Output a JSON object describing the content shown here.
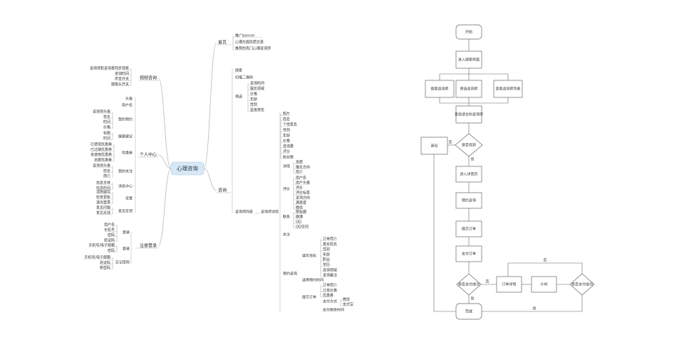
{
  "mindmap": {
    "center": "心理咨询",
    "branches": {
      "home": {
        "label": "首页",
        "items": [
          "推广banner",
          "心理方面优质文章",
          "推荐的热门心理咨询师"
        ]
      },
      "consult": {
        "label": "咨询"
      },
      "video": {
        "label": "视频咨询",
        "items": [
          "咨询师和咨询者同步观看",
          "咨询时间",
          "声音开关",
          "摄像头开关"
        ]
      },
      "personal": {
        "label": "个人中心"
      },
      "register": {
        "label": "注册登录"
      }
    },
    "consult_tree": {
      "top": [
        "搜索",
        "扫描二维码"
      ],
      "filter": {
        "label": "筛选",
        "items": [
          "咨询时间",
          "擅长领域",
          "价格",
          "年龄",
          "性别",
          "星级排名"
        ]
      },
      "list_label": "咨询师列表",
      "detail_label": "咨询师详情",
      "detail_items": [
        "照片",
        "姓名",
        "个性签名",
        "性别",
        "年龄",
        "价格",
        "咨询量",
        "评分",
        "粉丝数"
      ],
      "intro": {
        "label": "详情",
        "items": [
          "资质",
          "擅长方向",
          "简介"
        ]
      },
      "review": {
        "label": "评价",
        "items": [
          "用户名",
          "用户头像",
          "评价",
          "评价标签",
          "咨询方向",
          "满意度",
          "微信"
        ]
      },
      "contact": {
        "label": "联系",
        "items": [
          "朋友圈",
          "微博",
          "QQ",
          "QQ空间"
        ]
      },
      "follow": "关注",
      "booking": {
        "label": "预约咨询",
        "fill": {
          "label": "填写资料",
          "items": [
            "订单简介",
            "真实姓名",
            "性别",
            "年龄",
            "职业",
            "学历",
            "咨询领域",
            "咨询备注"
          ]
        },
        "time": "选择预约时间",
        "submit": {
          "label": "提交订单",
          "items": [
            "订单简介",
            "订单价格",
            "优惠券"
          ]
        },
        "pay": {
          "label": "支付方式",
          "items": [
            "微信",
            "支付宝"
          ]
        },
        "pay_time": "支付剩余时间"
      }
    },
    "personal_tree": {
      "avatar": "头像",
      "username": "用户名",
      "myconsult": {
        "label": "我的预约",
        "items": [
          "咨询师头像",
          "签名",
          "时间",
          "价格"
        ]
      },
      "favorites": {
        "label": "健康建议",
        "items": [
          "标题",
          "时间"
        ]
      },
      "coupons": {
        "label": "优惠券",
        "items": [
          "已使用优惠券",
          "已过期优惠券",
          "未使用优惠券",
          "总额优惠券"
        ]
      },
      "follows": {
        "label": "我的关注",
        "items": [
          "咨询师头像",
          "姓名",
          "简介"
        ]
      },
      "messages": {
        "label": "消息中心",
        "items": [
          "信息主体",
          "信息时间"
        ]
      },
      "settings": {
        "label": "设置",
        "items": [
          "清除缓存",
          "检查更新",
          "退出登录"
        ]
      },
      "feedback": {
        "label": "意见反馈",
        "items": [
          "意见问题",
          "意见反馈"
        ]
      }
    },
    "register_tree": {
      "login": {
        "label": "登录",
        "items": [
          "用户名",
          "手机号",
          "密码",
          "验证码"
        ]
      },
      "thirdparty": {
        "label": "登录",
        "items": [
          "手机号/电子邮箱",
          "密码"
        ]
      },
      "forgot": {
        "label": "忘记密码",
        "items": [
          "手机号/电子邮箱",
          "验证码",
          "新密码"
        ]
      }
    }
  },
  "flowchart": {
    "start": "开始",
    "enter": "进入搜索界面",
    "search": "搜索咨询师",
    "filter": "筛选咨询师",
    "list": "查看咨询师列表",
    "pick": "查找适合的咨询师",
    "decision_suitable": "是否找到",
    "exit": "退出",
    "detail": "进入详情页",
    "booking": "预约咨询",
    "submit": "提交订单",
    "pay": "支付订单",
    "decision_pay": "是否支付成功",
    "order_detail": "订单详情",
    "timing": "计时",
    "decision_success": "是否支付成功",
    "finish": "完成",
    "labels": {
      "yes": "是",
      "no": "否"
    }
  }
}
